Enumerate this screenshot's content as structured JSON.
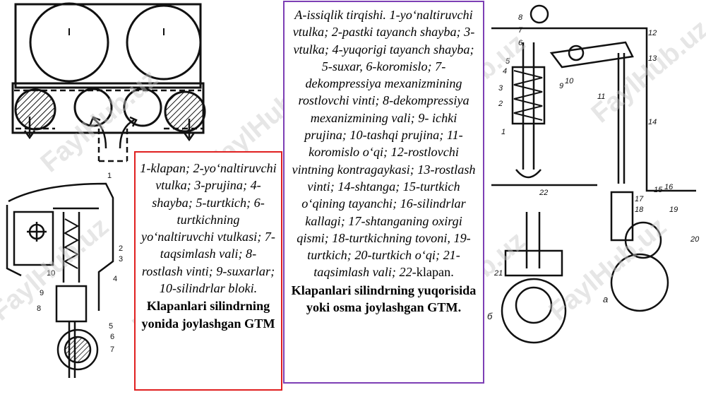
{
  "left_caption": {
    "text": "1-klapan; 2-yo‘naltiruvchi vtulka; 3-prujina; 4-shayba; 5-turtkich; 6-turtkichning yo‘naltiruvchi vtulkasi; 7-taqsimlash vali; 8-rostlash vinti; 9-suxarlar; 10-silindrlar bloki.",
    "title": "Klapanlari silindrning yonida joylashgan GTM"
  },
  "center_caption": {
    "text": "A-issiqlik tirqishi. 1-yo‘naltiruvchi vtulka; 2-pastki tayanch shayba; 3-vtulka; 4-yuqorigi tayanch shayba; 5-suxar, 6-koromislo; 7-dekompressiya mexanizmining rostlovchi vinti; 8-dekompressiya mexanizmining vali; 9- ichki prujina; 10-tashqi prujina; 11-koromislo o‘qi; 12-rostlovchi vintning kontragaykasi; 13-rostlash vinti; 14-shtanga; 15-turtkich o‘qining tayanchi; 16-silindrlar kallagi; 17-shtanganing oxirgi qismi; 18-turtkichning tovoni, 19-turtkich; 20-turtkich o‘qi; 21-taqsimlash vali; 22-",
    "text_tail": "klapan.",
    "title": "Klapanlari silindrning yuqorisida yoki osma joylashgan GTM."
  },
  "side_valve_labels": [
    "1",
    "2",
    "3",
    "4",
    "5",
    "6",
    "7",
    "8",
    "9",
    "10"
  ],
  "ohv_labels": [
    "8",
    "7",
    "6",
    "5",
    "4",
    "3",
    "2",
    "1",
    "9",
    "10",
    "11",
    "12",
    "13",
    "14",
    "15",
    "16",
    "17",
    "18",
    "19",
    "20",
    "21",
    "22"
  ],
  "sub_labels": {
    "b": "б",
    "a": "a"
  },
  "watermark": "FaylHub.uz",
  "colors": {
    "red_border": "#e02020",
    "purple_border": "#7d3fb5",
    "ink": "#111111"
  }
}
